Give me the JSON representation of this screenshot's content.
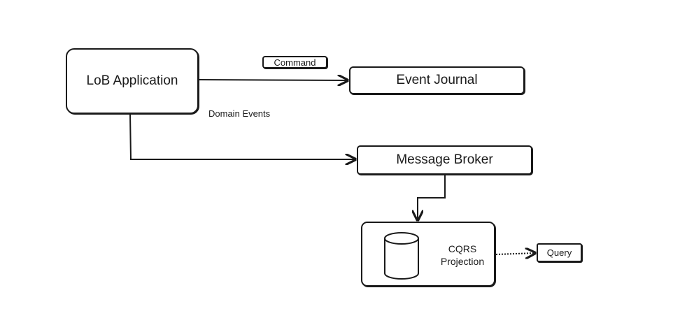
{
  "diagram": {
    "nodes": {
      "lob_application": "LoB Application",
      "event_journal": "Event Journal",
      "message_broker": "Message Broker",
      "cqrs_projection": "CQRS\nProjection",
      "query": "Query"
    },
    "labels": {
      "command": "Command",
      "domain_events": "Domain Events"
    },
    "edges": [
      {
        "from": "lob_application",
        "to": "event_journal",
        "style": "solid"
      },
      {
        "from": "lob_application",
        "to": "message_broker",
        "style": "solid"
      },
      {
        "from": "message_broker",
        "to": "cqrs_projection",
        "style": "solid"
      },
      {
        "from": "cqrs_projection",
        "to": "query",
        "style": "dotted"
      }
    ],
    "colors": {
      "stroke": "#1a1a1a",
      "background": "#ffffff"
    }
  }
}
